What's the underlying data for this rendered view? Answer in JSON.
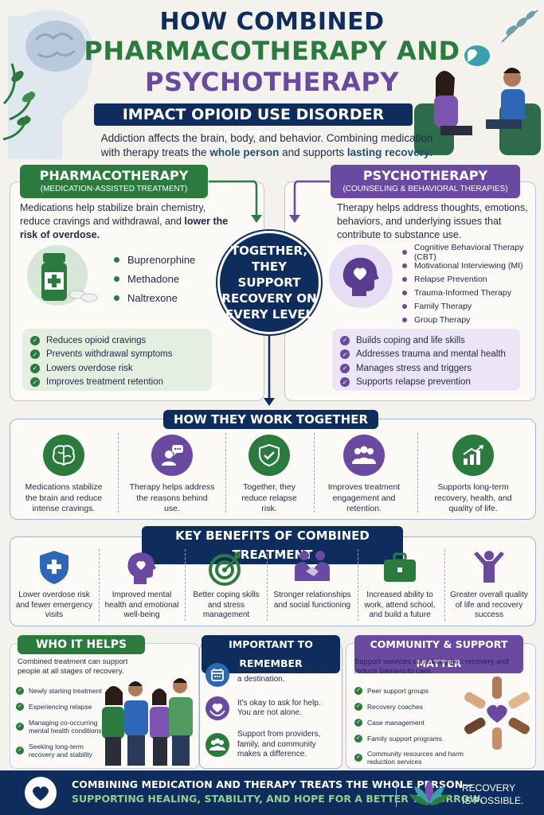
{
  "title": {
    "line1": "HOW COMBINED",
    "line2": "PHARMACOTHERAPY AND",
    "line3": "PSYCHOTHERAPY",
    "subtitle": "IMPACT OPIOID USE DISORDER TREATMENT"
  },
  "intro": {
    "part1": "Addiction affects the brain, body, and behavior. Combining medication with therapy treats the ",
    "bold1": "whole person",
    "part2": " and supports ",
    "bold2": "lasting recovery",
    "part3": "."
  },
  "pharma": {
    "title": "PHARMACOTHERAPY",
    "subtitle": "(MEDICATION-ASSISTED TREATMENT)",
    "desc": "Medications help stabilize brain chemistry, reduce cravings and withdrawal, and ",
    "desc_bold": "lower the risk of overdose.",
    "drugs": [
      "Buprenorphine",
      "Methadone",
      "Naltrexone"
    ],
    "benefits": [
      "Reduces opioid cravings",
      "Prevents withdrawal symptoms",
      "Lowers overdose risk",
      "Improves treatment retention"
    ]
  },
  "psycho": {
    "title": "PSYCHOTHERAPY",
    "subtitle": "(COUNSELING & BEHAVIORAL THERAPIES)",
    "desc": "Therapy helps address thoughts, emotions, behaviors, and underlying issues that contribute to substance use.",
    "therapies": [
      "Cognitive Behavioral Therapy (CBT)",
      "Motivational Interviewing (MI)",
      "Relapse Prevention",
      "Trauma-Informed Therapy",
      "Family Therapy",
      "Group Therapy"
    ],
    "benefits": [
      "Builds coping and life skills",
      "Addresses trauma and mental health",
      "Manages stress and triggers",
      "Supports relapse prevention"
    ]
  },
  "center": {
    "text": "TOGETHER, THEY SUPPORT RECOVERY ON EVERY LEVEL"
  },
  "work": {
    "title": "HOW THEY WORK TOGETHER",
    "items": [
      {
        "icon": "brain-icon",
        "text": "Medications stabilize the brain and reduce intense cravings."
      },
      {
        "icon": "chat-person-icon",
        "text": "Therapy helps address the reasons behind use."
      },
      {
        "icon": "shield-check-icon",
        "text": "Together, they reduce relapse risk."
      },
      {
        "icon": "group-icon",
        "text": "Improves treatment engagement and retention."
      },
      {
        "icon": "growth-chart-icon",
        "text": "Supports long-term recovery, health, and quality of life."
      }
    ]
  },
  "benefits": {
    "title": "KEY BENEFITS OF COMBINED TREATMENT",
    "items": [
      {
        "icon": "shield-cross-icon",
        "text": "Lower overdose risk and fewer emergency visits"
      },
      {
        "icon": "head-heart-icon",
        "text": "Improved mental health and emotional well-being"
      },
      {
        "icon": "target-icon",
        "text": "Better coping skills and stress management"
      },
      {
        "icon": "handshake-icon",
        "text": "Stronger relationships and social functioning"
      },
      {
        "icon": "briefcase-icon",
        "text": "Increased ability to work, attend school, and build a future"
      },
      {
        "icon": "celebrate-person-icon",
        "text": "Greater overall quality of life and recovery success"
      }
    ]
  },
  "who": {
    "title": "WHO IT HELPS",
    "desc": "Combined treatment can support people at all stages of recovery.",
    "items": [
      "Newly starting treatment",
      "Experiencing relapse",
      "Managing co-occurring mental health conditions",
      "Seeking long-term recovery and stability"
    ]
  },
  "remember": {
    "title": "IMPORTANT TO REMEMBER",
    "items": [
      {
        "icon": "calendar-icon",
        "text": "Recovery is a journey, not a destination."
      },
      {
        "icon": "heart-hands-icon",
        "text": "It's okay to ask for help. You are not alone."
      },
      {
        "icon": "people-icon",
        "text": "Support from providers, family, and community makes a difference."
      }
    ]
  },
  "community": {
    "title": "COMMUNITY & SUPPORT MATTER",
    "desc": "Support services can strengthen recovery and reduce barriers to care.",
    "items": [
      "Peer support groups",
      "Recovery coaches",
      "Case management",
      "Family support programs",
      "Community resources and harm reduction services"
    ]
  },
  "footer": {
    "line1": "COMBINING MEDICATION AND THERAPY TREATS THE WHOLE PERSON—",
    "line2": "SUPPORTING HEALING, STABILITY, AND HOPE FOR A BETTER TOMORROW.",
    "tagline1": "RECOVERY",
    "tagline2": "IS POSSIBLE."
  },
  "colors": {
    "navy": "#0f2d5c",
    "green": "#2b7a3e",
    "purple": "#6a4aa0"
  }
}
